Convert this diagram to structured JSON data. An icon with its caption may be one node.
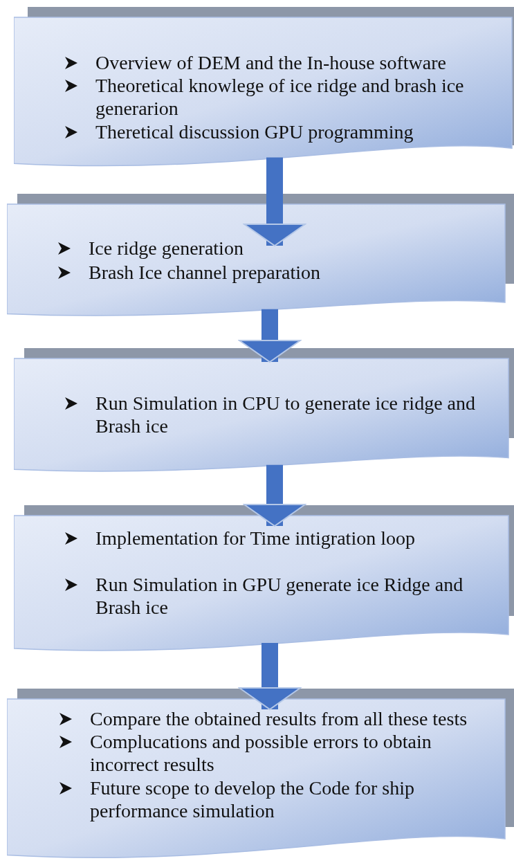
{
  "diagram": {
    "nodes": [
      {
        "text": [
          "Overview of DEM and the In-house software",
          "Theoretical knowlege of ice ridge and brash ice generarion",
          "Theretical discussion GPU programming"
        ]
      },
      {
        "text": [
          "Ice ridge generation",
          "Brash Ice channel preparation"
        ]
      },
      {
        "text": [
          "Run Simulation in CPU to generate ice ridge and Brash ice"
        ]
      },
      {
        "text": [
          "Implementation for Time intigration loop",
          "Run Simulation in GPU generate ice Ridge and Brash ice"
        ]
      },
      {
        "text": [
          "Compare the obtained results from all these tests",
          "Complucations and possible errors to obtain incorrect results",
          "Future scope to develop the Code for ship performance simulation"
        ]
      }
    ],
    "edges": [
      {
        "from": 0,
        "to": 1,
        "arrow": "to"
      },
      {
        "from": 1,
        "to": 2,
        "arrow": "to"
      },
      {
        "from": 2,
        "to": 3,
        "arrow": "to"
      },
      {
        "from": 3,
        "to": 4,
        "arrow": "to"
      }
    ]
  }
}
